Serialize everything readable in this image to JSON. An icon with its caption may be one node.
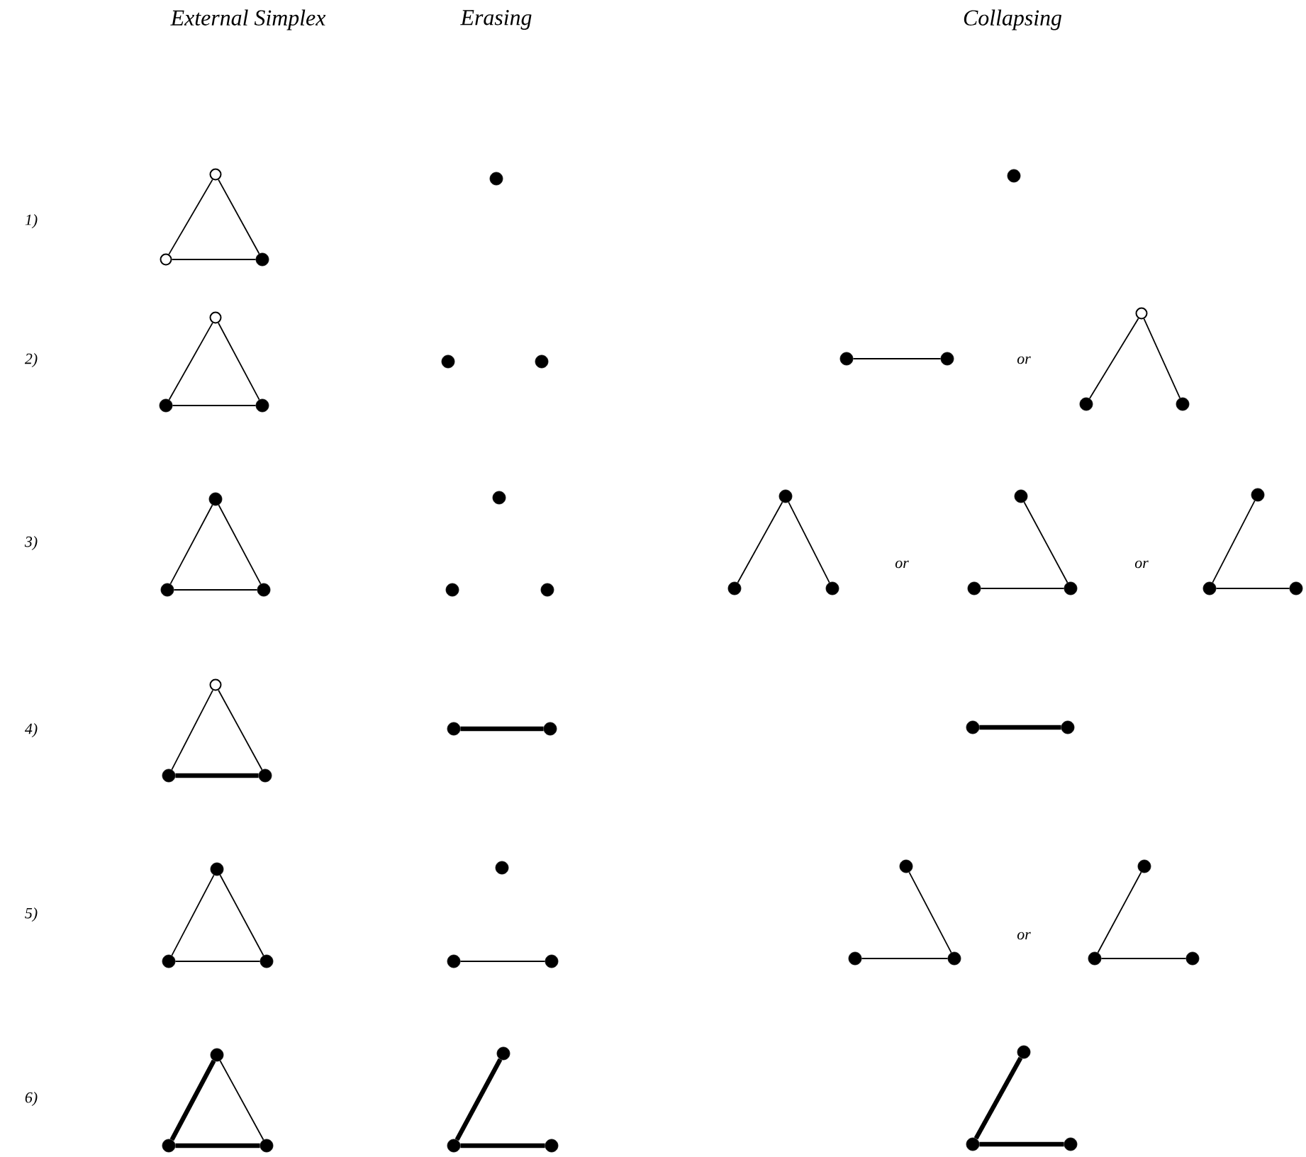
{
  "diagram": {
    "nodes": [
      {
        "text": [],
        "shape": "circle"
      },
      {
        "text": [],
        "shape": "circle"
      },
      {
        "text": [],
        "shape": "dot"
      },
      {
        "text": [],
        "shape": "dot"
      },
      {
        "text": [],
        "shape": "dot"
      },
      {
        "text": [],
        "shape": "circle"
      },
      {
        "text": [],
        "shape": "dot"
      },
      {
        "text": [],
        "shape": "dot"
      },
      {
        "text": [],
        "shape": "dot"
      },
      {
        "text": [],
        "shape": "dot"
      },
      {
        "text": [],
        "shape": "dot"
      },
      {
        "text": [],
        "shape": "dot"
      },
      {
        "text": [],
        "shape": "circle"
      },
      {
        "text": [],
        "shape": "dot"
      },
      {
        "text": [],
        "shape": "dot"
      },
      {
        "text": [],
        "shape": "dot"
      },
      {
        "text": [],
        "shape": "dot"
      },
      {
        "text": [],
        "shape": "dot"
      },
      {
        "text": [],
        "shape": "dot"
      },
      {
        "text": [],
        "shape": "dot"
      },
      {
        "text": [],
        "shape": "dot"
      },
      {
        "text": [],
        "shape": "dot"
      },
      {
        "text": [],
        "shape": "dot"
      },
      {
        "text": [],
        "shape": "dot"
      },
      {
        "text": [],
        "shape": "dot"
      },
      {
        "text": [],
        "shape": "dot"
      },
      {
        "text": [],
        "shape": "dot"
      },
      {
        "text": [],
        "shape": "dot"
      },
      {
        "text": [],
        "shape": "dot"
      },
      {
        "text": [],
        "shape": "dot"
      },
      {
        "text": [],
        "shape": "circle"
      },
      {
        "text": [],
        "shape": "dot"
      },
      {
        "text": [],
        "shape": "dot"
      },
      {
        "text": [],
        "shape": "dot"
      },
      {
        "text": [],
        "shape": "dot"
      },
      {
        "text": [],
        "shape": "dot"
      },
      {
        "text": [],
        "shape": "dot"
      },
      {
        "text": [],
        "shape": "dot"
      },
      {
        "text": [],
        "shape": "dot"
      },
      {
        "text": [],
        "shape": "dot"
      },
      {
        "text": [],
        "shape": "dot"
      },
      {
        "text": [],
        "shape": "dot"
      },
      {
        "text": [],
        "shape": "dot"
      },
      {
        "text": [],
        "shape": "dot"
      },
      {
        "text": [],
        "shape": "dot"
      },
      {
        "text": [],
        "shape": "dot"
      },
      {
        "text": [],
        "shape": "dot"
      },
      {
        "text": [],
        "shape": "dot"
      },
      {
        "text": [],
        "shape": "dot"
      },
      {
        "text": [],
        "shape": "dot"
      },
      {
        "text": [],
        "shape": "dot"
      },
      {
        "text": [],
        "shape": "dot"
      },
      {
        "text": [],
        "shape": "dot"
      },
      {
        "text": [],
        "shape": "dot"
      },
      {
        "text": [],
        "shape": "dot"
      },
      {
        "text": [],
        "shape": "dot"
      },
      {
        "text": [],
        "shape": "dot"
      },
      {
        "text": [],
        "shape": "dot"
      }
    ],
    "edges": [
      {
        "from": 0,
        "to": 1,
        "arrow": "none"
      },
      {
        "from": 0,
        "to": 2,
        "arrow": "none"
      },
      {
        "from": 1,
        "to": 2,
        "arrow": "none"
      },
      {
        "from": 5,
        "to": 6,
        "arrow": "none"
      },
      {
        "from": 5,
        "to": 7,
        "arrow": "none"
      },
      {
        "from": 6,
        "to": 7,
        "arrow": "none"
      },
      {
        "from": 10,
        "to": 11,
        "arrow": "none"
      },
      {
        "from": 12,
        "to": 13,
        "arrow": "none"
      },
      {
        "from": 12,
        "to": 14,
        "arrow": "none"
      },
      {
        "from": 15,
        "to": 16,
        "arrow": "none"
      },
      {
        "from": 15,
        "to": 17,
        "arrow": "none"
      },
      {
        "from": 16,
        "to": 17,
        "arrow": "none"
      },
      {
        "from": 21,
        "to": 22,
        "arrow": "none"
      },
      {
        "from": 21,
        "to": 23,
        "arrow": "none"
      },
      {
        "from": 24,
        "to": 26,
        "arrow": "none"
      },
      {
        "from": 25,
        "to": 26,
        "arrow": "none"
      },
      {
        "from": 27,
        "to": 28,
        "arrow": "none"
      },
      {
        "from": 28,
        "to": 29,
        "arrow": "none"
      },
      {
        "from": 30,
        "to": 31,
        "arrow": "none"
      },
      {
        "from": 30,
        "to": 32,
        "arrow": "none"
      },
      {
        "from": 31,
        "to": 32,
        "arrow": "none",
        "style": "thick"
      },
      {
        "from": 33,
        "to": 34,
        "arrow": "none",
        "style": "thick"
      },
      {
        "from": 35,
        "to": 36,
        "arrow": "none",
        "style": "thick"
      },
      {
        "from": 37,
        "to": 38,
        "arrow": "none"
      },
      {
        "from": 37,
        "to": 39,
        "arrow": "none"
      },
      {
        "from": 38,
        "to": 39,
        "arrow": "none"
      },
      {
        "from": 41,
        "to": 42,
        "arrow": "none"
      },
      {
        "from": 43,
        "to": 45,
        "arrow": "none"
      },
      {
        "from": 44,
        "to": 45,
        "arrow": "none"
      },
      {
        "from": 46,
        "to": 47,
        "arrow": "none"
      },
      {
        "from": 47,
        "to": 48,
        "arrow": "none"
      },
      {
        "from": 49,
        "to": 50,
        "arrow": "none",
        "style": "thick"
      },
      {
        "from": 49,
        "to": 51,
        "arrow": "none"
      },
      {
        "from": 50,
        "to": 51,
        "arrow": "none",
        "style": "thick"
      },
      {
        "from": 52,
        "to": 53,
        "arrow": "none",
        "style": "thick"
      },
      {
        "from": 53,
        "to": 54,
        "arrow": "none",
        "style": "thick"
      },
      {
        "from": 55,
        "to": 56,
        "arrow": "none",
        "style": "thick"
      },
      {
        "from": 56,
        "to": 57,
        "arrow": "none",
        "style": "thick"
      }
    ],
    "labels": [
      "External Simplex",
      "Erasing",
      "Collapsing",
      "1)",
      "2)",
      "or",
      "3)",
      "or",
      "or",
      "4)",
      "5)",
      "or",
      "6)"
    ]
  }
}
